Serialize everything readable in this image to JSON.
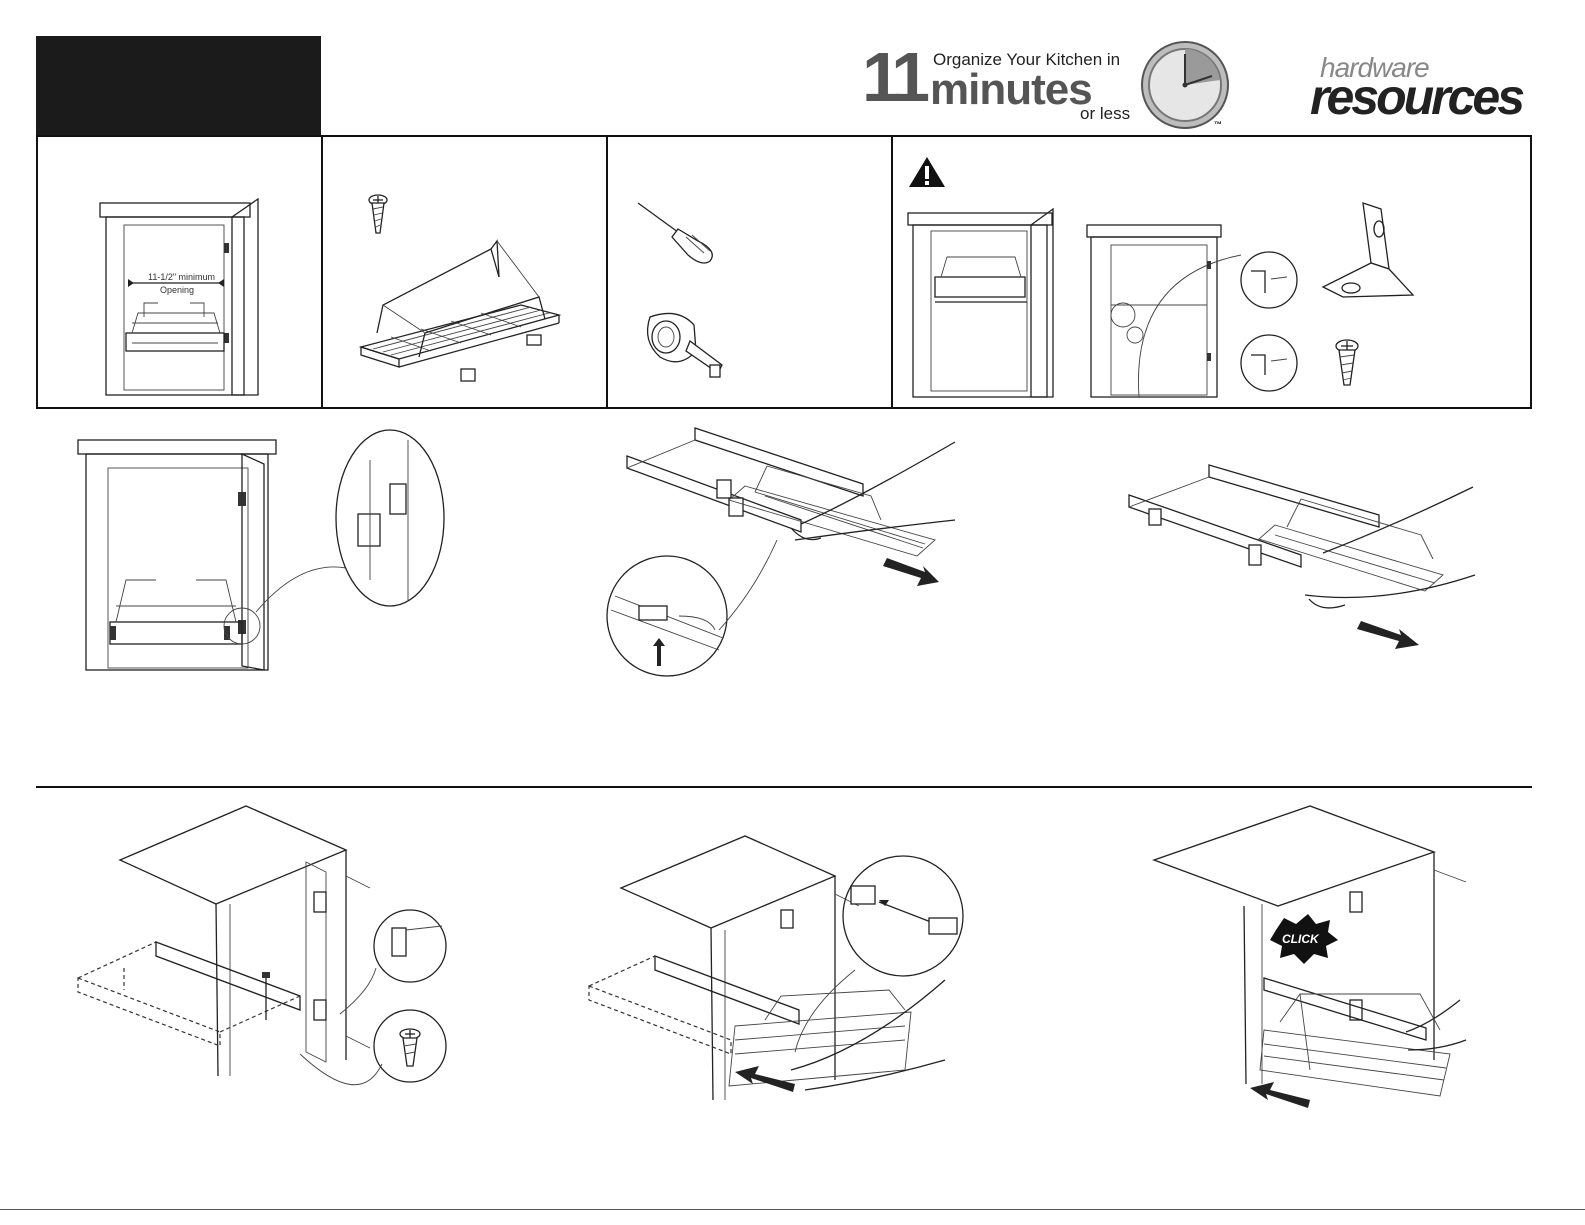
{
  "brand": {
    "number": "11",
    "line1": "Organize Your Kitchen in",
    "line2": "minutes",
    "line3": "or less",
    "trademark": "™"
  },
  "logo": {
    "top": "hardware",
    "bottom": "resources"
  },
  "panel1": {
    "dimension_line1": "11-1/2\" minimum",
    "dimension_line2": "Opening"
  },
  "step6": {
    "badge": "CLICK"
  },
  "icons": [
    "warning-icon",
    "screw-icon",
    "screwdriver-icon",
    "tape-measure-icon",
    "clock-icon",
    "arrow-icon"
  ],
  "colors": {
    "header_box": "#1b1b1b",
    "line_art": "#222222",
    "warning": "#111111"
  }
}
